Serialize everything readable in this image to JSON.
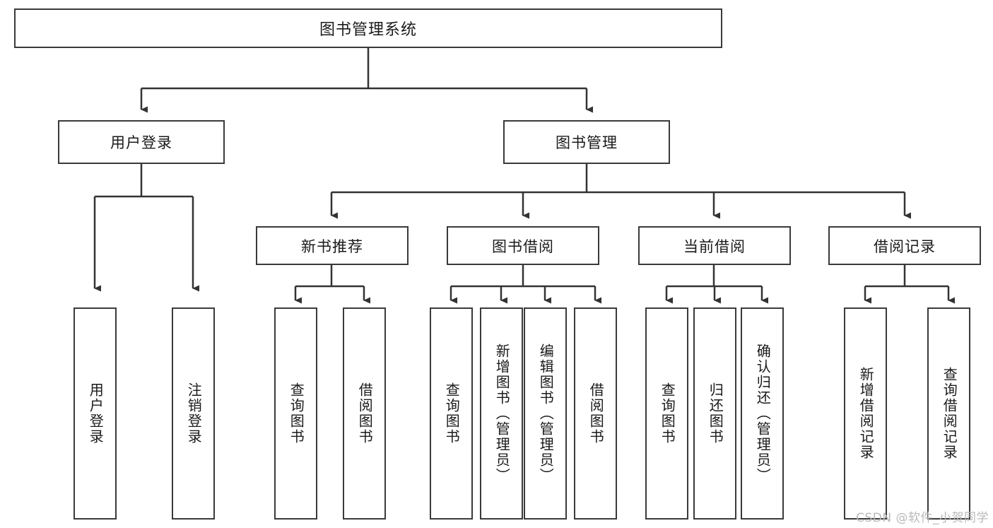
{
  "diagram": {
    "title": "图书管理系统",
    "type": "tree-hierarchy",
    "root": {
      "label": "图书管理系统"
    },
    "level2": [
      {
        "label": "用户登录"
      },
      {
        "label": "图书管理"
      }
    ],
    "level3": [
      {
        "label": "新书推荐"
      },
      {
        "label": "图书借阅"
      },
      {
        "label": "当前借阅"
      },
      {
        "label": "借阅记录"
      }
    ],
    "leaves": {
      "user_login": [
        {
          "label": "用户登录"
        },
        {
          "label": "注销登录"
        }
      ],
      "new_book_recommend": [
        {
          "label": "查询图书"
        },
        {
          "label": "借阅图书"
        }
      ],
      "book_borrow": [
        {
          "label": "查询图书"
        },
        {
          "label": "新增图书（管理员）"
        },
        {
          "label": "编辑图书（管理员）"
        },
        {
          "label": "借阅图书"
        }
      ],
      "current_borrow": [
        {
          "label": "查询图书"
        },
        {
          "label": "归还图书"
        },
        {
          "label": "确认归还（管理员）"
        }
      ],
      "borrow_record": [
        {
          "label": "新增借阅记录"
        },
        {
          "label": "查询借阅记录"
        }
      ]
    },
    "watermark": "CSDN @软件_小贺同学",
    "colors": {
      "box_border": "#3a3a3a",
      "box_fill": "#ffffff",
      "edge": "#333333",
      "text": "#1a1a1a",
      "watermark": "#b9b9b9",
      "background": "#ffffff"
    }
  }
}
